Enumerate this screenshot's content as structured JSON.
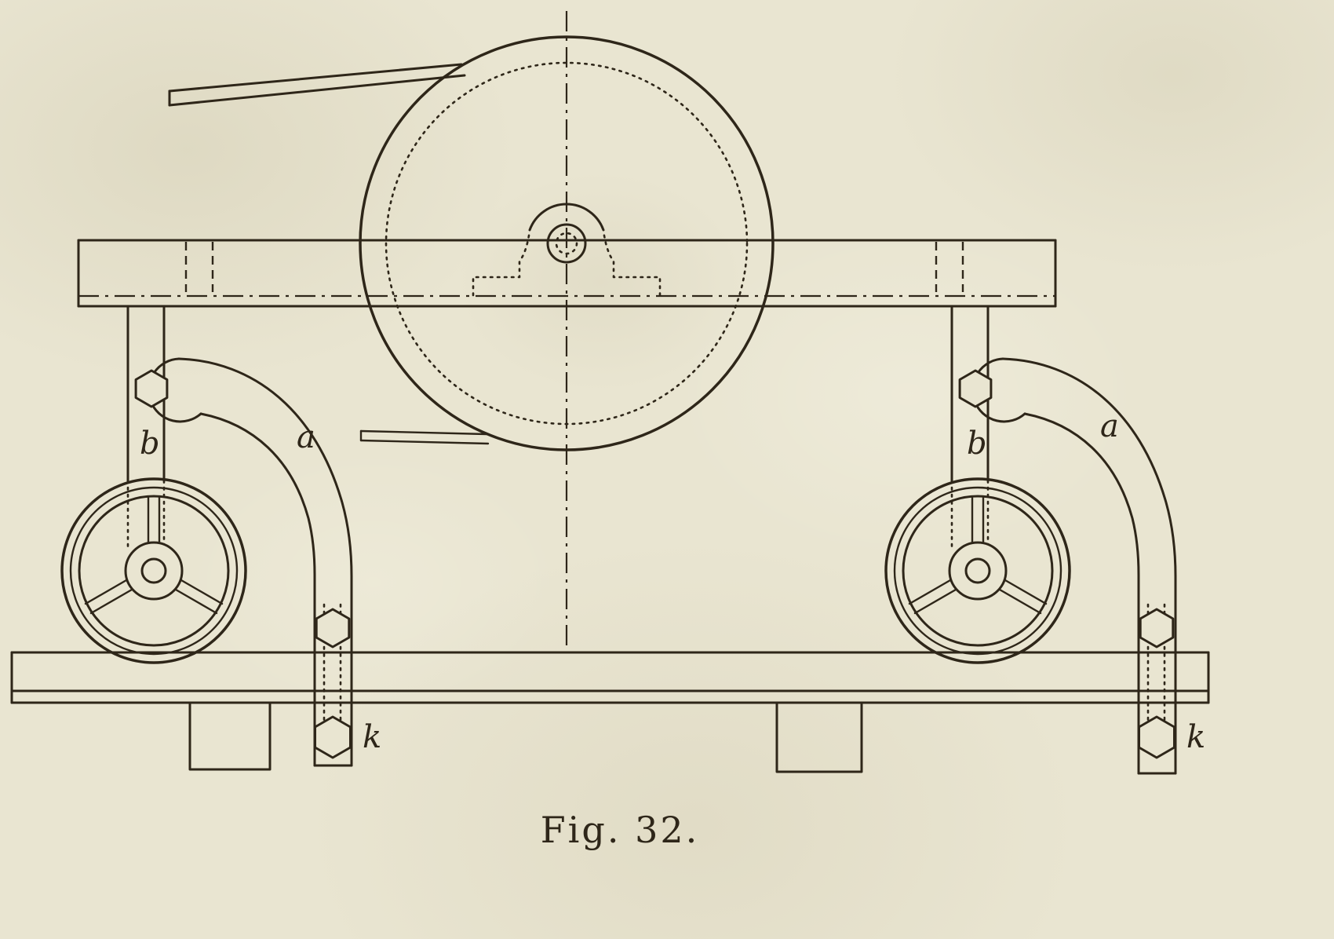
{
  "figure": {
    "caption": "Fig. 32.",
    "labels": {
      "left_b": "b",
      "left_a": "a",
      "left_k": "k",
      "right_b": "b",
      "right_a": "a",
      "right_k": "k"
    },
    "colors": {
      "paper": "#e9e5d1",
      "ink": "#2e2619"
    }
  }
}
